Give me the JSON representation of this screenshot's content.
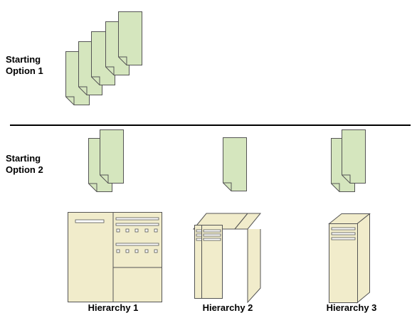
{
  "option1": {
    "line1": "Starting",
    "line2": "Option 1"
  },
  "option2": {
    "line1": "Starting",
    "line2": "Option 2"
  },
  "hierarchies": [
    {
      "label": "Hierarchy 1"
    },
    {
      "label": "Hierarchy 2"
    },
    {
      "label": "Hierarchy 3"
    }
  ],
  "colors": {
    "document_fill": "#d5e6be",
    "server_fill": "#f1eccb",
    "stroke": "#555555"
  }
}
